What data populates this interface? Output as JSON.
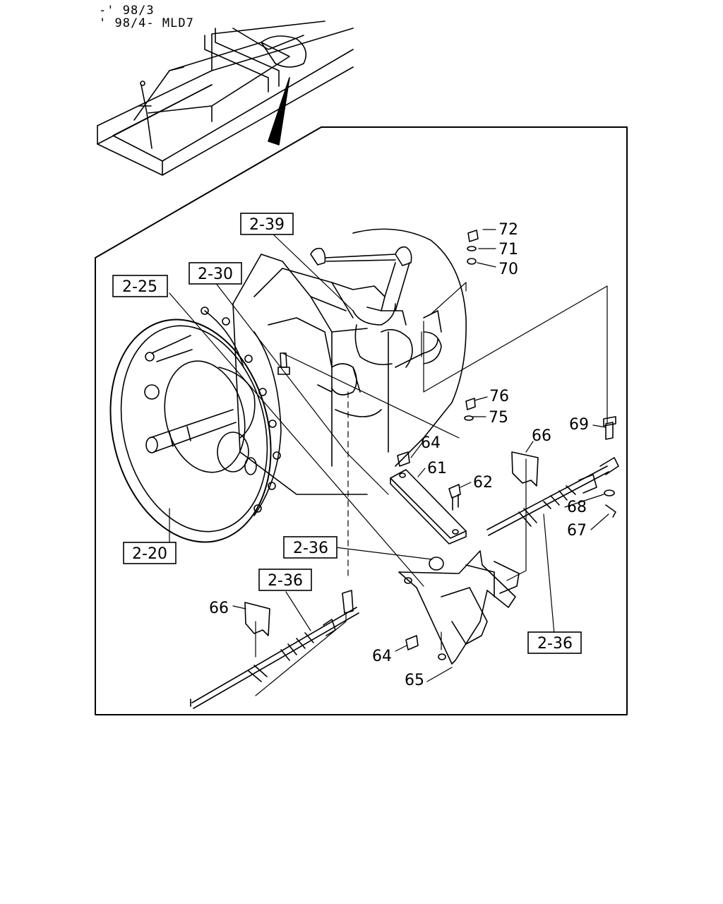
{
  "header": {
    "line1": "-' 98/3",
    "line2": "' 98/4- MLD7"
  },
  "ref_boxes": [
    {
      "id": "r239a",
      "label": "2-39"
    },
    {
      "id": "r230",
      "label": "2-30"
    },
    {
      "id": "r225",
      "label": "2-25"
    },
    {
      "id": "r220",
      "label": "2-20"
    },
    {
      "id": "r236a",
      "label": "2-36"
    },
    {
      "id": "r236b",
      "label": "2-36"
    },
    {
      "id": "r236c",
      "label": "2-36"
    }
  ],
  "part_numbers": [
    {
      "id": "p72",
      "label": "72"
    },
    {
      "id": "p71",
      "label": "71"
    },
    {
      "id": "p70",
      "label": "70"
    },
    {
      "id": "p76",
      "label": "76"
    },
    {
      "id": "p75",
      "label": "75"
    },
    {
      "id": "p69",
      "label": "69"
    },
    {
      "id": "p66a",
      "label": "66"
    },
    {
      "id": "p64a",
      "label": "64"
    },
    {
      "id": "p61",
      "label": "61"
    },
    {
      "id": "p62",
      "label": "62"
    },
    {
      "id": "p68",
      "label": "68"
    },
    {
      "id": "p67",
      "label": "67"
    },
    {
      "id": "p66b",
      "label": "66"
    },
    {
      "id": "p64b",
      "label": "64"
    },
    {
      "id": "p65",
      "label": "65"
    }
  ]
}
